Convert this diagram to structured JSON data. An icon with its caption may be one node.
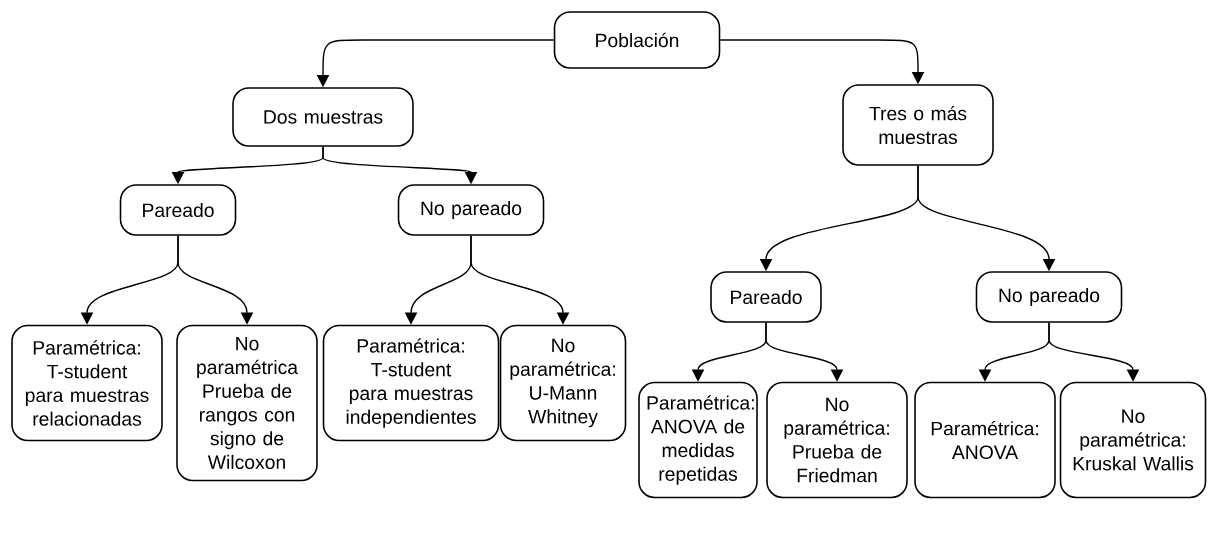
{
  "diagram": {
    "nodes": [
      {
        "text": [
          "Población"
        ]
      },
      {
        "text": [
          "Dos muestras"
        ]
      },
      {
        "text": [
          "Tres o más muestras"
        ]
      },
      {
        "text": [
          "Pareado"
        ]
      },
      {
        "text": [
          "No pareado"
        ]
      },
      {
        "text": [
          "Paramétrica: T-student para muestras relacionadas"
        ]
      },
      {
        "text": [
          "No paramétrica Prueba de rangos con signo de Wilcoxon"
        ]
      },
      {
        "text": [
          "Paramétrica: T-student para muestras independientes"
        ]
      },
      {
        "text": [
          "No paramétrica: U-Mann Whitney"
        ]
      },
      {
        "text": [
          "Pareado"
        ]
      },
      {
        "text": [
          "No pareado"
        ]
      },
      {
        "text": [
          "Paramétrica: ANOVA de medidas repetidas"
        ]
      },
      {
        "text": [
          "No paramétrica: Prueba de Friedman"
        ]
      },
      {
        "text": [
          "Paramétrica: ANOVA"
        ]
      },
      {
        "text": [
          "No paramétrica: Kruskal Wallis"
        ]
      }
    ],
    "edges": [
      {
        "from": 0,
        "to": 1,
        "arrow": "to"
      },
      {
        "from": 0,
        "to": 2,
        "arrow": "to"
      },
      {
        "from": 1,
        "to": 3,
        "arrow": "to"
      },
      {
        "from": 1,
        "to": 4,
        "arrow": "to"
      },
      {
        "from": 3,
        "to": 5,
        "arrow": "to"
      },
      {
        "from": 3,
        "to": 6,
        "arrow": "to"
      },
      {
        "from": 4,
        "to": 7,
        "arrow": "to"
      },
      {
        "from": 4,
        "to": 8,
        "arrow": "to"
      },
      {
        "from": 2,
        "to": 9,
        "arrow": "to"
      },
      {
        "from": 2,
        "to": 10,
        "arrow": "to"
      },
      {
        "from": 9,
        "to": 11,
        "arrow": "to"
      },
      {
        "from": 9,
        "to": 12,
        "arrow": "to"
      },
      {
        "from": 10,
        "to": 13,
        "arrow": "to"
      },
      {
        "from": 10,
        "to": 14,
        "arrow": "to"
      }
    ]
  }
}
